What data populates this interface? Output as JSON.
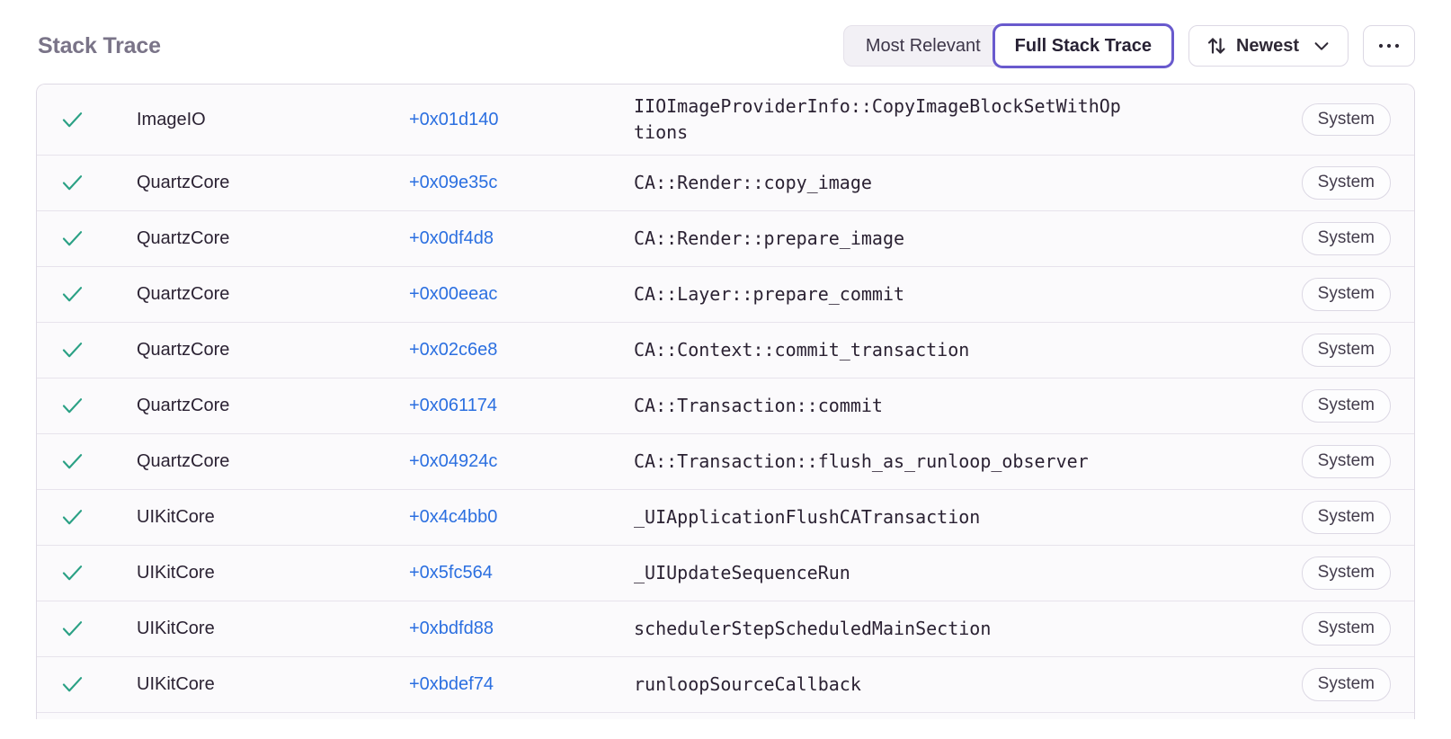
{
  "header": {
    "title": "Stack Trace",
    "view_options": [
      {
        "label": "Most Relevant",
        "active": false
      },
      {
        "label": "Full Stack Trace",
        "active": true
      }
    ],
    "sort_label": "Newest"
  },
  "colors": {
    "accent_purple": "#695acd",
    "link_blue": "#2b6fe0",
    "check_green": "#2ba185",
    "title_gray": "#7a7488",
    "row_background": "#fbfafc",
    "border_gray": "#ded9e4"
  },
  "icons": {
    "in_app_check": "check-icon",
    "sort": "sort-arrows-icon",
    "expand": "chevron-down-icon",
    "more": "ellipsis-icon"
  },
  "frames": [
    {
      "module": "ImageIO",
      "address": "+0x01d140",
      "function": "IIOImageProviderInfo::CopyImageBlockSetWithOptions",
      "tag": "System"
    },
    {
      "module": "QuartzCore",
      "address": "+0x09e35c",
      "function": "CA::Render::copy_image",
      "tag": "System"
    },
    {
      "module": "QuartzCore",
      "address": "+0x0df4d8",
      "function": "CA::Render::prepare_image",
      "tag": "System"
    },
    {
      "module": "QuartzCore",
      "address": "+0x00eeac",
      "function": "CA::Layer::prepare_commit",
      "tag": "System"
    },
    {
      "module": "QuartzCore",
      "address": "+0x02c6e8",
      "function": "CA::Context::commit_transaction",
      "tag": "System"
    },
    {
      "module": "QuartzCore",
      "address": "+0x061174",
      "function": "CA::Transaction::commit",
      "tag": "System"
    },
    {
      "module": "QuartzCore",
      "address": "+0x04924c",
      "function": "CA::Transaction::flush_as_runloop_observer",
      "tag": "System"
    },
    {
      "module": "UIKitCore",
      "address": "+0x4c4bb0",
      "function": "_UIApplicationFlushCATransaction",
      "tag": "System"
    },
    {
      "module": "UIKitCore",
      "address": "+0x5fc564",
      "function": "_UIUpdateSequenceRun",
      "tag": "System"
    },
    {
      "module": "UIKitCore",
      "address": "+0xbdfd88",
      "function": "schedulerStepScheduledMainSection",
      "tag": "System"
    },
    {
      "module": "UIKitCore",
      "address": "+0xbdef74",
      "function": "runloopSourceCallback",
      "tag": "System"
    }
  ]
}
